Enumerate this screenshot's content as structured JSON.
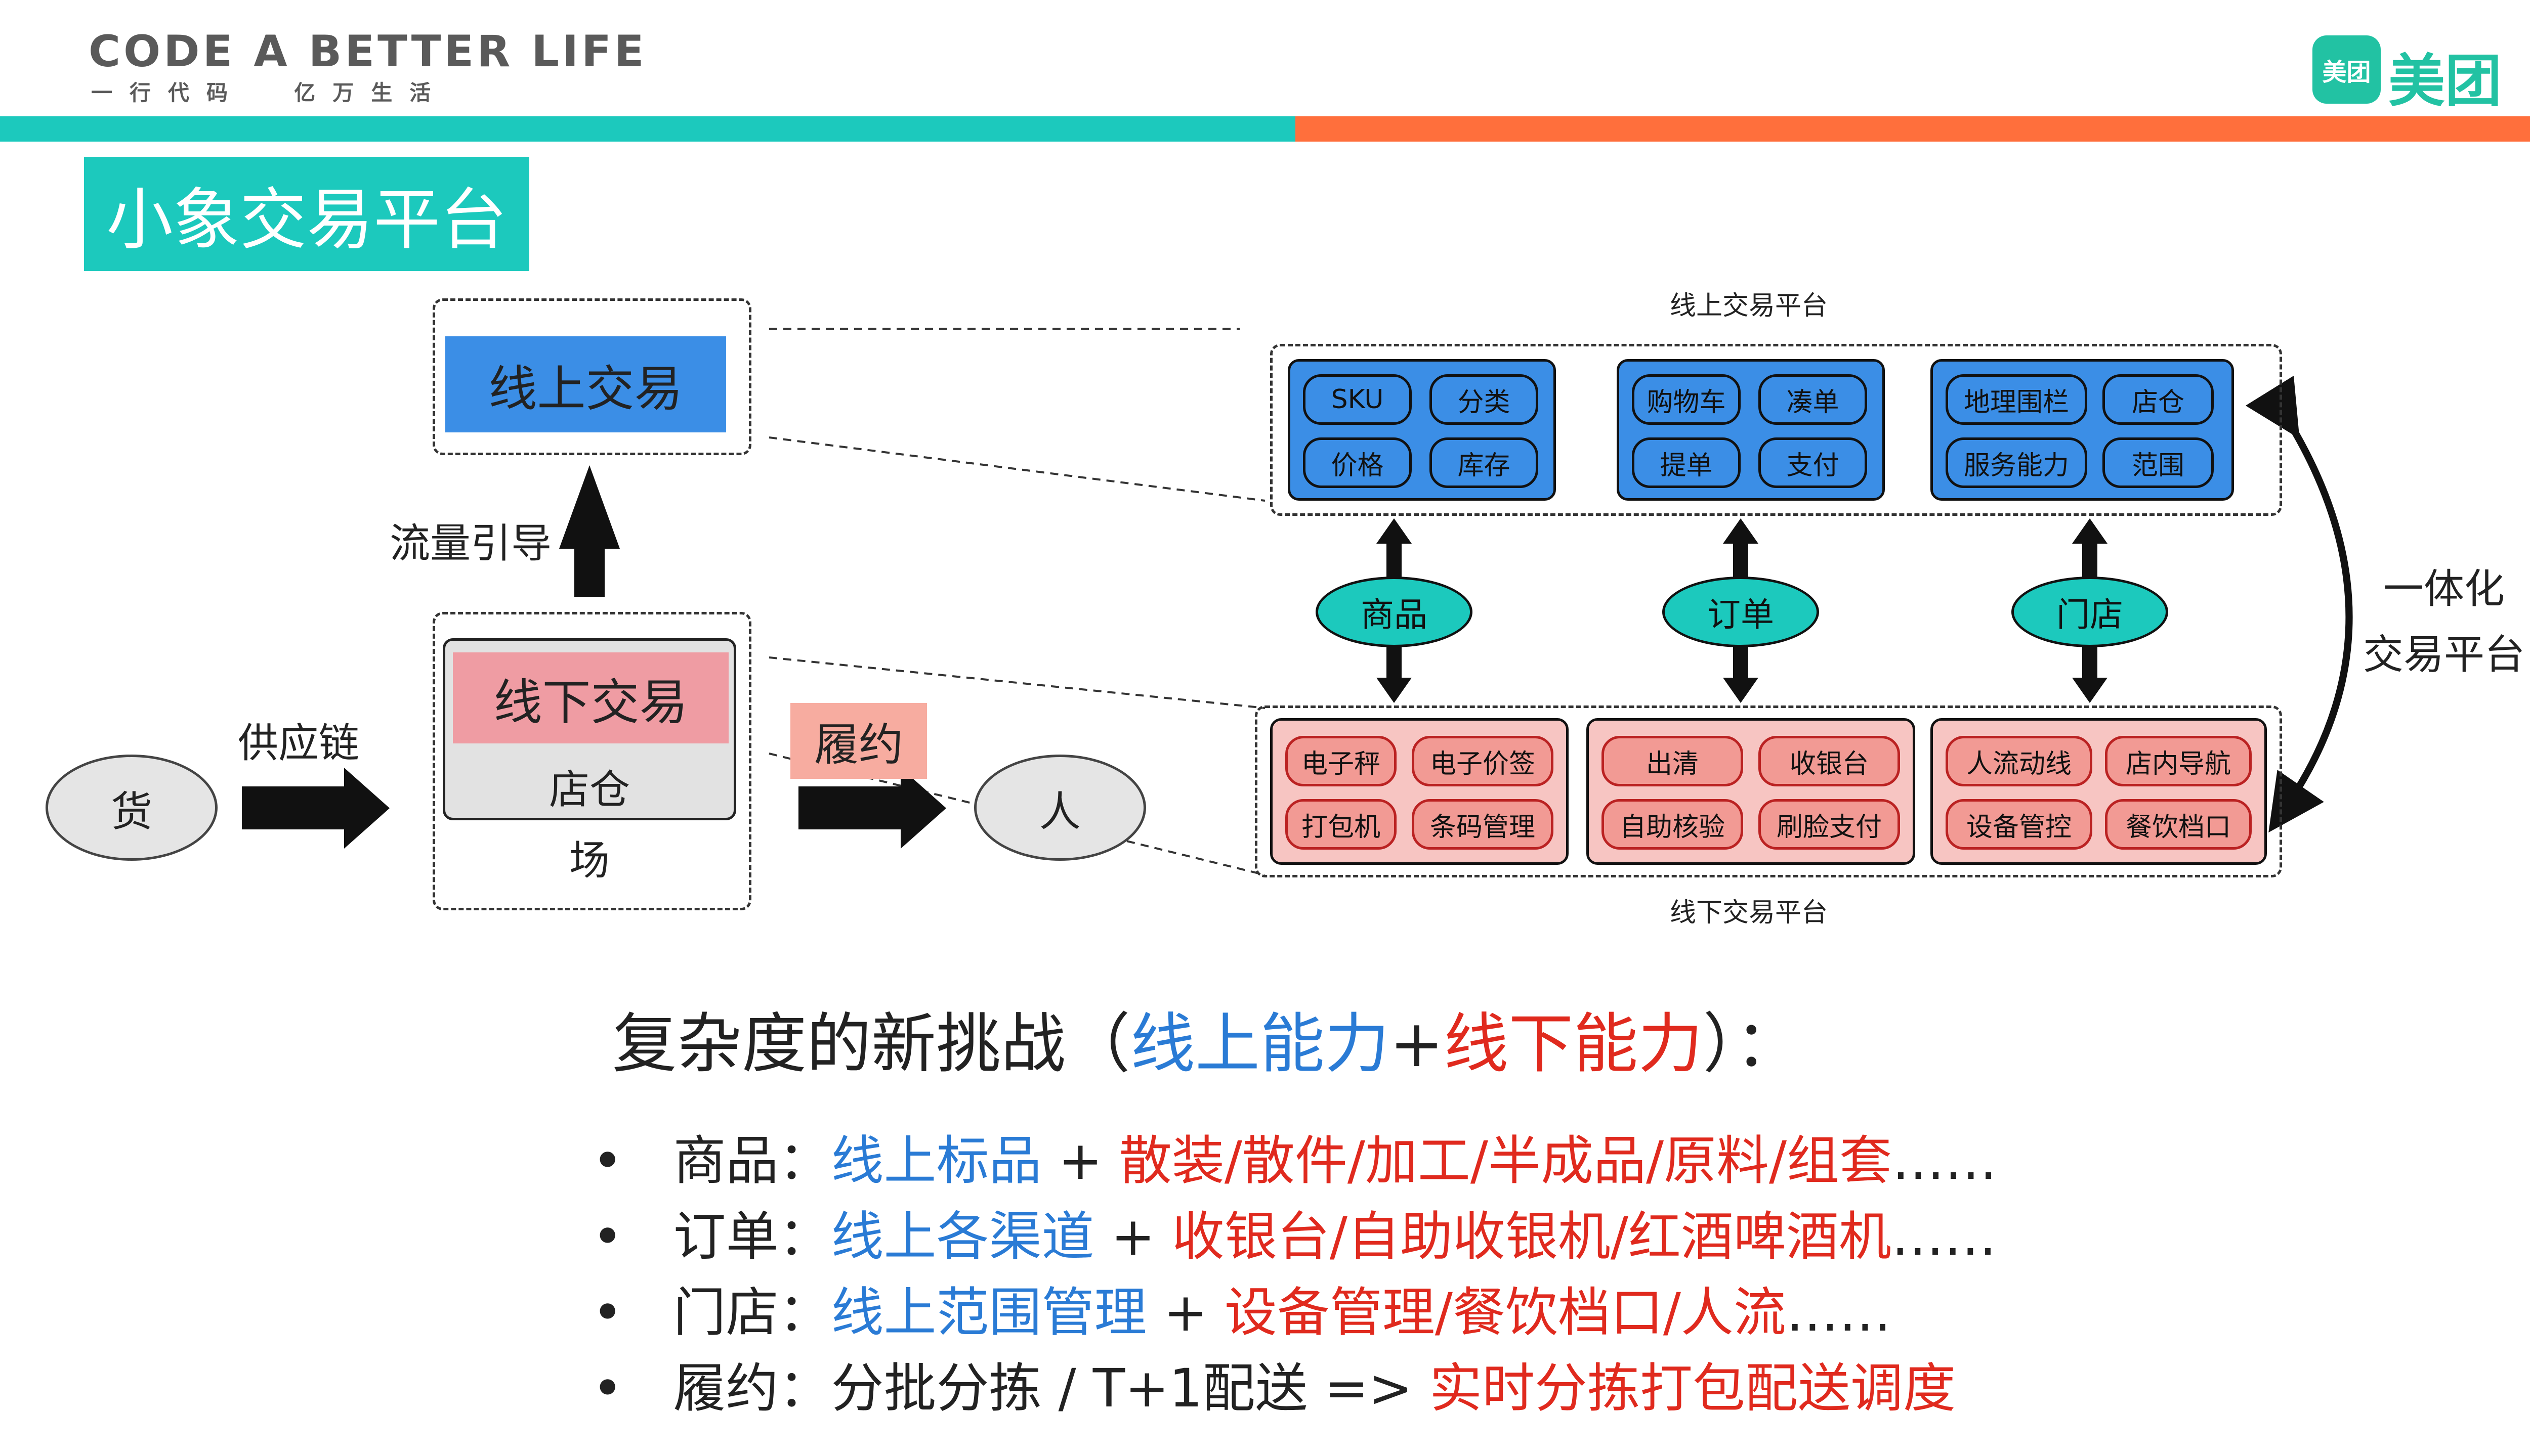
{
  "header": {
    "logo_title": "CODE A BETTER LIFE",
    "logo_sub": "一行代码  亿万生活",
    "brand_badge": "美团",
    "brand_word": "美团",
    "colors": {
      "teal": "#1cc9bd",
      "orange": "#ff6f3c",
      "brand": "#22c2a3"
    }
  },
  "slide_title": "小象交易平台",
  "left": {
    "online_box": "线上交易",
    "traffic_label": "流量引导",
    "offline_box": "线下交易",
    "store_label": "店仓",
    "venue_label": "场",
    "goods": "货",
    "supply_label": "供应链",
    "fulfill_label": "履约",
    "person": "人"
  },
  "right": {
    "online_platform_label": "线上交易平台",
    "offline_platform_label": "线下交易平台",
    "integration_label_1": "一体化",
    "integration_label_2": "交易平台",
    "online_groups": [
      [
        "SKU",
        "分类",
        "价格",
        "库存"
      ],
      [
        "购物车",
        "凑单",
        "提单",
        "支付"
      ],
      [
        "地理围栏",
        "店仓",
        "服务能力",
        "范围"
      ]
    ],
    "connectors": [
      "商品",
      "订单",
      "门店"
    ],
    "offline_groups": [
      [
        "电子秤",
        "电子价签",
        "打包机",
        "条码管理"
      ],
      [
        "出清",
        "收银台",
        "自助核验",
        "刷脸支付"
      ],
      [
        "人流动线",
        "店内导航",
        "设备管控",
        "餐饮档口"
      ]
    ]
  },
  "challenge": {
    "prefix": "复杂度的新挑战（",
    "online": "线上能力",
    "plus": "+",
    "offline": "线下能力",
    "suffix": "）："
  },
  "bullets": [
    {
      "key": "商品：",
      "blue": "线上标品",
      "mid": " + ",
      "red": "散装/散件/加工/半成品/原料/组套",
      "tail": "……"
    },
    {
      "key": "订单：",
      "blue": "线上各渠道",
      "mid": " + ",
      "red": "收银台/自助收银机/红酒啤酒机",
      "tail": "……"
    },
    {
      "key": "门店：",
      "blue": "线上范围管理",
      "mid": " + ",
      "red": "设备管理/餐饮档口/人流",
      "tail": "……"
    },
    {
      "key": "履约：",
      "blue": "",
      "mid": "分批分拣 / T+1配送 => ",
      "red": "实时分拣打包配送调度",
      "tail": ""
    }
  ]
}
